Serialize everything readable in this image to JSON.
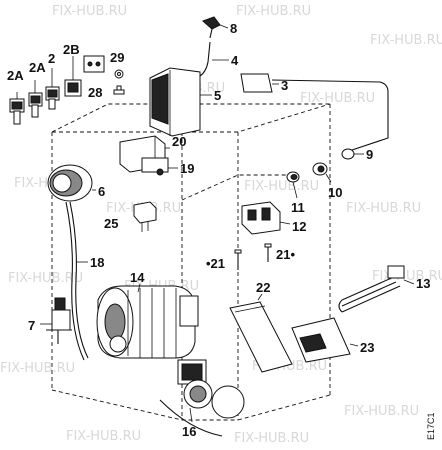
{
  "watermark": "FIX-HUB.RU",
  "code": "E17C1",
  "labels": {
    "p2a_left": "2A",
    "p2a_right": "2A",
    "p2": "2",
    "p2b": "2B",
    "p29": "29",
    "p28": "28",
    "p8": "8",
    "p4": "4",
    "p3": "3",
    "p5": "5",
    "p20": "20",
    "p19": "19",
    "p6": "6",
    "p10": "10",
    "p11": "11",
    "p12": "12",
    "p25": "25",
    "p21_left": "•21",
    "p21_right": "21•",
    "p18": "18",
    "p14": "14",
    "p22": "22",
    "p13": "13",
    "p7": "7",
    "p23": "23",
    "p16": "16",
    "p9": "9"
  }
}
